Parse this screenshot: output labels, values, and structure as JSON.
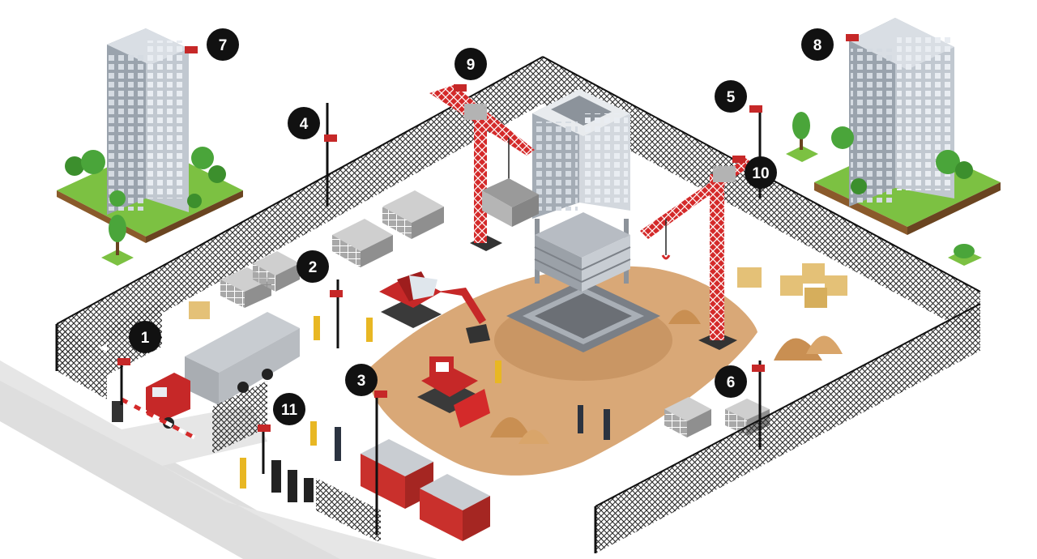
{
  "markers": [
    {
      "id": "marker-1",
      "label": "1",
      "desc": "entrance-barrier-camera"
    },
    {
      "id": "marker-2",
      "label": "2",
      "desc": "storage-area-camera"
    },
    {
      "id": "marker-3",
      "label": "3",
      "desc": "excavation-camera"
    },
    {
      "id": "marker-4",
      "label": "4",
      "desc": "perimeter-camera-west"
    },
    {
      "id": "marker-5",
      "label": "5",
      "desc": "perimeter-camera-east"
    },
    {
      "id": "marker-6",
      "label": "6",
      "desc": "material-yard-camera"
    },
    {
      "id": "marker-7",
      "label": "7",
      "desc": "rooftop-camera-left-building"
    },
    {
      "id": "marker-8",
      "label": "8",
      "desc": "rooftop-camera-right-building"
    },
    {
      "id": "marker-9",
      "label": "9",
      "desc": "crane-camera-left"
    },
    {
      "id": "marker-10",
      "label": "10",
      "desc": "crane-camera-right"
    },
    {
      "id": "marker-11",
      "label": "11",
      "desc": "turnstile-camera"
    }
  ],
  "colors": {
    "marker_bg": "#111111",
    "crane": "#d42a2a",
    "camera": "#c62828",
    "ground": "#d9a877",
    "grass": "#7cc142",
    "building": "#b8bec6",
    "road": "#dcdcdc",
    "fence": "#222222",
    "cabin": "#c9302c"
  }
}
